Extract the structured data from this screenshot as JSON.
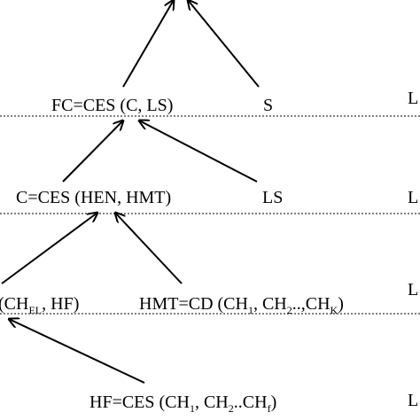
{
  "nodes": {
    "fc": {
      "label": "FC=CES (C, LS)"
    },
    "s": {
      "label": "S"
    },
    "c": {
      "label": "C=CES (HEN, HMT)"
    },
    "ls": {
      "label": "LS"
    },
    "hen": {
      "prefix": "(",
      "ch": "CH",
      "sub_el": "EL",
      "suffix": ", HF)"
    },
    "hmt": {
      "prefix": "HMT=CD (CH",
      "sub1": "1",
      "mid1": ", CH",
      "sub2": "2",
      "mid2": "..,CH",
      "subk": "K",
      "suffix": ")"
    },
    "hf": {
      "prefix": "HF=CES (CH",
      "sub1": "1",
      "mid1": ", CH",
      "sub2": "2",
      "mid2": "..CH",
      "subf": "f",
      "suffix": ")"
    }
  },
  "level_labels": [
    "L",
    "L",
    "L",
    "L"
  ]
}
